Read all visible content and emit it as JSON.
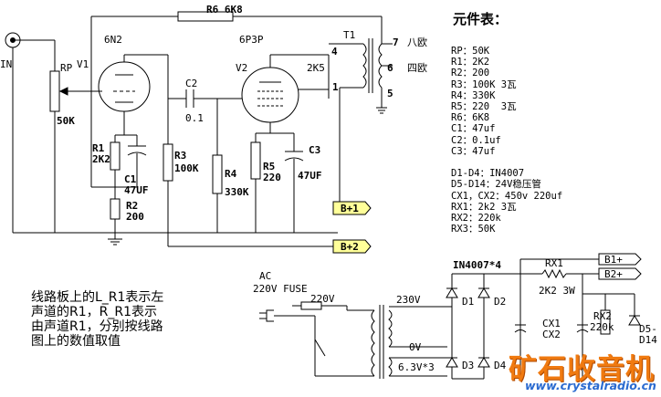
{
  "labels": {
    "rp": "RP",
    "rp_val": "50K",
    "v1": "V1",
    "tube1": "6N2",
    "r1": "R1",
    "r1_val": "2K2",
    "c1": "C1",
    "c1_val": "47UF",
    "r2": "R2",
    "r2_val": "200",
    "c2": "C2",
    "c2_val": "0.1",
    "r3": "R3",
    "r3_val": "100K",
    "r4": "R4",
    "r4_val": "330K",
    "v2": "V2",
    "tube2": "6P3P",
    "r5": "R5",
    "r5_val": "220",
    "c3": "C3",
    "c3_val": "47UF",
    "r6": "R6 6K8",
    "t1": "T1",
    "t1_imp": "2K5",
    "pin4": "4",
    "pin1": "1",
    "pin7": "7",
    "pin6": "6",
    "pin5": "5",
    "ohm8": "八欧",
    "ohm4": "四欧",
    "b1": "B+1",
    "b2": "B+2",
    "in": "IN",
    "ac": "AC",
    "ac_line": "220V FUSE",
    "ac_in": "220V",
    "sec230": "230V",
    "sec0": "0V",
    "sec63": "6.3V*3",
    "diodes": "IN4007*4",
    "d1": "D1",
    "d2": "D2",
    "d3": "D3",
    "d4": "D4",
    "rx1": "RX1",
    "rx1_val": "2K2 3W",
    "rx2": "RX2",
    "rx2_val": "220k",
    "cx1": "CX1",
    "cx2": "CX2",
    "b1p": "B1+",
    "b2p": "B2+",
    "d5": "D5-",
    "d14": "D14"
  },
  "parts_list": {
    "title": "元件表：",
    "lines": [
      "RP：50K",
      "R1：2K2",
      "R2：200",
      "R3：100K 3瓦",
      "R4：330K",
      "R5：220  3瓦",
      "R6：6K8",
      "C1：47uf",
      "C2：0.1uf",
      "C3：47uf",
      "",
      "D1-D4：IN4007",
      "D5-D14：24V稳压管",
      "CX1，CX2：450v 220uf",
      "RX1：2k2 3瓦",
      "RX2：220k",
      "RX3：50K"
    ]
  },
  "note": "线路板上的L_R1表示左声道的R1，R_R1表示由声道R1，分别按线路图上的数值取值",
  "logo": {
    "name": "矿石收音机",
    "url": "www.crystalradio.cn"
  },
  "colors": {
    "wire": "#000000",
    "label_fill": "#ffff99",
    "logo_orange": "#f07a10",
    "logo_blue": "#2a6ad0"
  }
}
